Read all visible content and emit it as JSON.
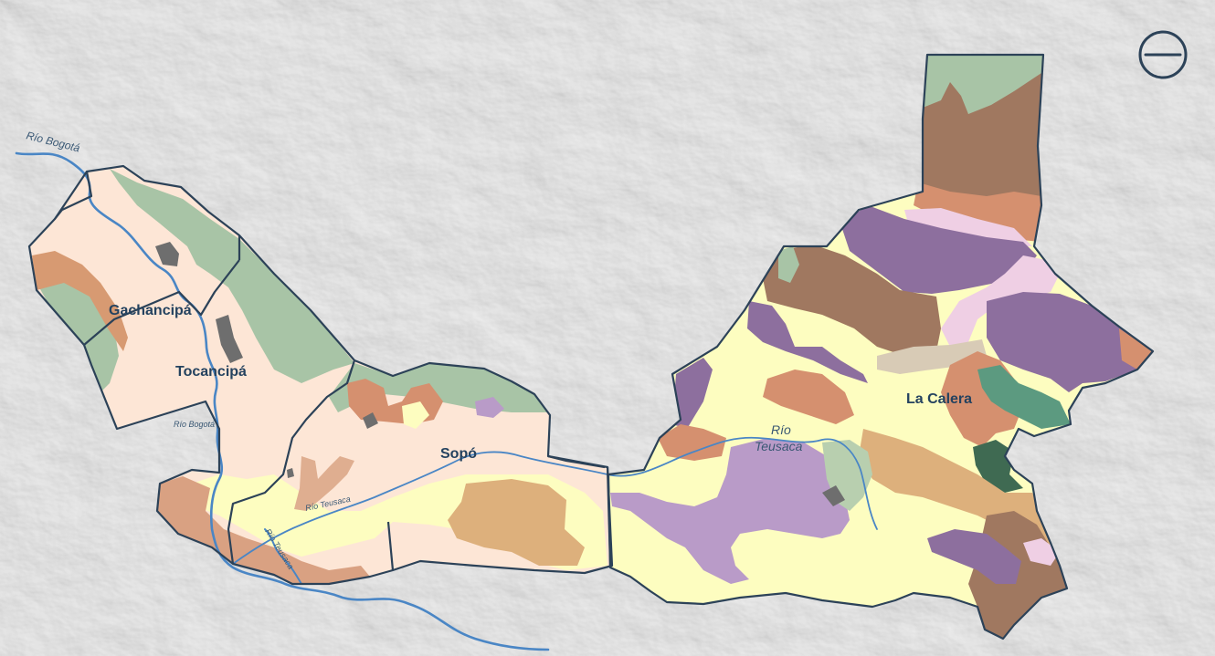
{
  "municipalities": {
    "gachancipa": "Gachancipá",
    "tocancipa": "Tocancipá",
    "sopo": "Sopó",
    "la_calera": "La Calera"
  },
  "rivers": {
    "bogota_main": "Río Bogotá",
    "bogota_small": "Río Bogotá",
    "teusaca_1": "Río Teusaca",
    "teusaca_2": "Río Teusaca",
    "teusaca_rio": "Río",
    "teusaca_name": "Teusaca"
  },
  "controls": {
    "zoom_out_icon": "minus-circle-icon"
  },
  "colors": {
    "hillshade": "#dcdcdc",
    "boundary": "#2c4258",
    "river": "#4a86c5",
    "peach": "#fde6d6",
    "yellow": "#fdfdc0",
    "sage": "#a8c4a6",
    "tan": "#ddb07c",
    "salmon": "#d5906f",
    "brown": "#a07860",
    "purple": "#8d6f9e",
    "lavender": "#b99bc8",
    "pink": "#efcfe4",
    "teal": "#5c9a80",
    "darkgreen": "#3f6a52",
    "gray": "#6e6e6e",
    "beige": "#d8cbb6"
  }
}
